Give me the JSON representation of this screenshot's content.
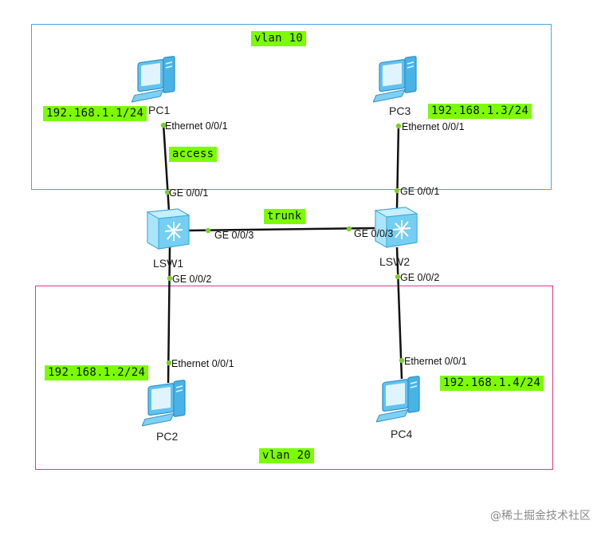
{
  "vlans": {
    "top": {
      "label": "vlan 10",
      "color": "#4aa3e8"
    },
    "bottom": {
      "label": "vlan 20",
      "color": "#e0348a"
    }
  },
  "devices": {
    "pc1": {
      "name": "PC1",
      "ip": "192.168.1.1/24",
      "port": "Ethernet 0/0/1",
      "icon": "pc-icon"
    },
    "pc3": {
      "name": "PC3",
      "ip": "192.168.1.3/24",
      "port": "Ethernet 0/0/1",
      "icon": "pc-icon"
    },
    "pc2": {
      "name": "PC2",
      "ip": "192.168.1.2/24",
      "port": "Ethernet 0/0/1",
      "icon": "pc-icon"
    },
    "pc4": {
      "name": "PC4",
      "ip": "192.168.1.4/24",
      "port": "Ethernet 0/0/1",
      "icon": "pc-icon"
    },
    "lsw1": {
      "name": "LSW1",
      "icon": "switch-icon",
      "ports": {
        "up": "GE 0/0/1",
        "trunk": "GE 0/0/3",
        "down": "GE 0/0/2"
      }
    },
    "lsw2": {
      "name": "LSW2",
      "icon": "switch-icon",
      "ports": {
        "up": "GE 0/0/1",
        "trunk": "GE 0/0/3",
        "down": "GE 0/0/2"
      }
    }
  },
  "link_labels": {
    "access": "access",
    "trunk": "trunk"
  },
  "colors": {
    "tag_bg": "#7cfc00",
    "port_dot": "#7ccf2a",
    "link": "#111111"
  },
  "watermark": "@稀土掘金技术社区"
}
